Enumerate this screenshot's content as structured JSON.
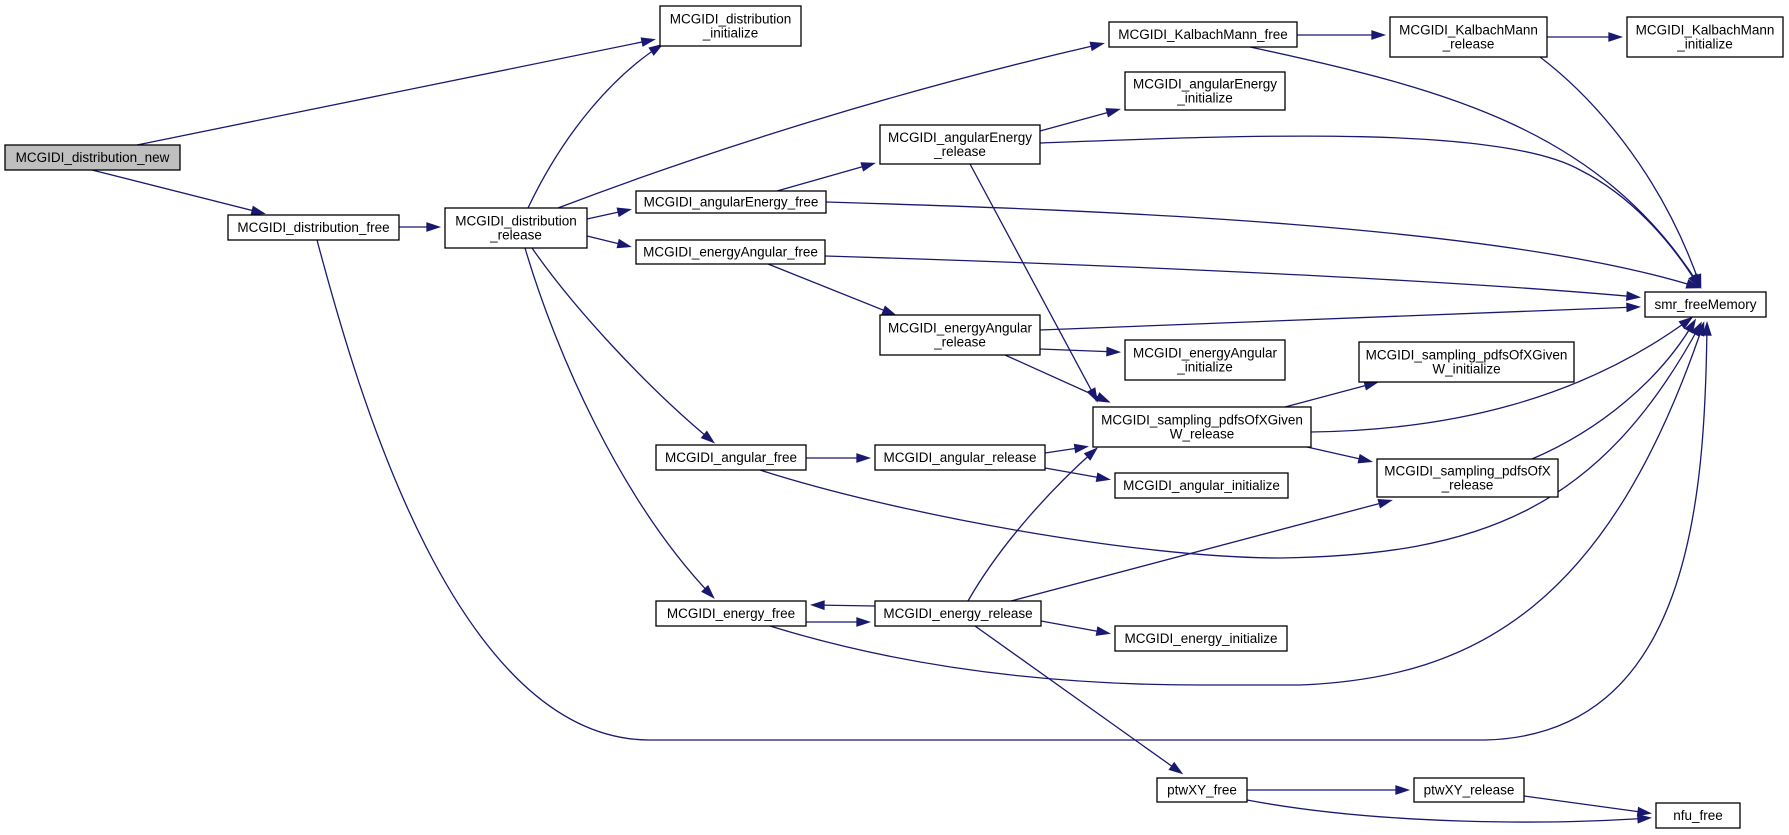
{
  "nodes": {
    "dist_new": {
      "lines": [
        "MCGIDI_distribution_new"
      ],
      "highlight": true
    },
    "dist_free": {
      "lines": [
        "MCGIDI_distribution_free"
      ]
    },
    "dist_rel": {
      "lines": [
        "MCGIDI_distribution",
        "_release"
      ]
    },
    "dist_init": {
      "lines": [
        "MCGIDI_distribution",
        "_initialize"
      ]
    },
    "ae_free": {
      "lines": [
        "MCGIDI_angularEnergy_free"
      ]
    },
    "ae_rel": {
      "lines": [
        "MCGIDI_angularEnergy",
        "_release"
      ]
    },
    "ae_init": {
      "lines": [
        "MCGIDI_angularEnergy",
        "_initialize"
      ]
    },
    "ea_free": {
      "lines": [
        "MCGIDI_energyAngular_free"
      ]
    },
    "ea_rel": {
      "lines": [
        "MCGIDI_energyAngular",
        "_release"
      ]
    },
    "ea_init": {
      "lines": [
        "MCGIDI_energyAngular",
        "_initialize"
      ]
    },
    "km_free": {
      "lines": [
        "MCGIDI_KalbachMann_free"
      ]
    },
    "km_rel": {
      "lines": [
        "MCGIDI_KalbachMann",
        "_release"
      ]
    },
    "km_init": {
      "lines": [
        "MCGIDI_KalbachMann",
        "_initialize"
      ]
    },
    "smr": {
      "lines": [
        "smr_freeMemory"
      ]
    },
    "ang_free": {
      "lines": [
        "MCGIDI_angular_free"
      ]
    },
    "ang_rel": {
      "lines": [
        "MCGIDI_angular_release"
      ]
    },
    "ang_init": {
      "lines": [
        "MCGIDI_angular_initialize"
      ]
    },
    "pdfsW_rel": {
      "lines": [
        "MCGIDI_sampling_pdfsOfXGiven",
        "W_release"
      ]
    },
    "pdfsW_init": {
      "lines": [
        "MCGIDI_sampling_pdfsOfXGiven",
        "W_initialize"
      ]
    },
    "pdfsX_rel": {
      "lines": [
        "MCGIDI_sampling_pdfsOfX",
        "_release"
      ]
    },
    "en_free": {
      "lines": [
        "MCGIDI_energy_free"
      ]
    },
    "en_rel": {
      "lines": [
        "MCGIDI_energy_release"
      ]
    },
    "en_init": {
      "lines": [
        "MCGIDI_energy_initialize"
      ]
    },
    "ptw_free": {
      "lines": [
        "ptwXY_free"
      ]
    },
    "ptw_rel": {
      "lines": [
        "ptwXY_release"
      ]
    },
    "nfu": {
      "lines": [
        "nfu_free"
      ]
    }
  },
  "edges": [
    [
      "dist_new",
      "dist_init"
    ],
    [
      "dist_new",
      "dist_free"
    ],
    [
      "dist_free",
      "dist_rel"
    ],
    [
      "dist_free",
      "smr"
    ],
    [
      "dist_rel",
      "dist_init"
    ],
    [
      "dist_rel",
      "km_free"
    ],
    [
      "dist_rel",
      "ae_free"
    ],
    [
      "dist_rel",
      "ea_free"
    ],
    [
      "dist_rel",
      "ang_free"
    ],
    [
      "dist_rel",
      "en_free"
    ],
    [
      "km_free",
      "km_rel"
    ],
    [
      "km_free",
      "smr"
    ],
    [
      "km_rel",
      "km_init"
    ],
    [
      "km_rel",
      "smr"
    ],
    [
      "ae_free",
      "ae_rel"
    ],
    [
      "ae_free",
      "smr"
    ],
    [
      "ae_rel",
      "ae_init"
    ],
    [
      "ae_rel",
      "smr"
    ],
    [
      "ae_rel",
      "pdfsW_rel"
    ],
    [
      "ea_free",
      "ea_rel"
    ],
    [
      "ea_free",
      "smr"
    ],
    [
      "ea_rel",
      "smr"
    ],
    [
      "ea_rel",
      "ea_init"
    ],
    [
      "ea_rel",
      "pdfsW_rel"
    ],
    [
      "pdfsW_rel",
      "pdfsW_init"
    ],
    [
      "pdfsW_rel",
      "smr"
    ],
    [
      "pdfsW_rel",
      "pdfsX_rel"
    ],
    [
      "pdfsX_rel",
      "smr"
    ],
    [
      "ang_free",
      "ang_rel"
    ],
    [
      "ang_free",
      "smr"
    ],
    [
      "ang_rel",
      "pdfsW_rel"
    ],
    [
      "ang_rel",
      "ang_init"
    ],
    [
      "en_free",
      "en_rel"
    ],
    [
      "en_free",
      "smr"
    ],
    [
      "en_rel",
      "en_free"
    ],
    [
      "en_rel",
      "pdfsW_rel"
    ],
    [
      "en_rel",
      "pdfsX_rel"
    ],
    [
      "en_rel",
      "en_init"
    ],
    [
      "en_rel",
      "ptw_free"
    ],
    [
      "ptw_free",
      "ptw_rel"
    ],
    [
      "ptw_free",
      "nfu"
    ],
    [
      "ptw_rel",
      "nfu"
    ]
  ]
}
